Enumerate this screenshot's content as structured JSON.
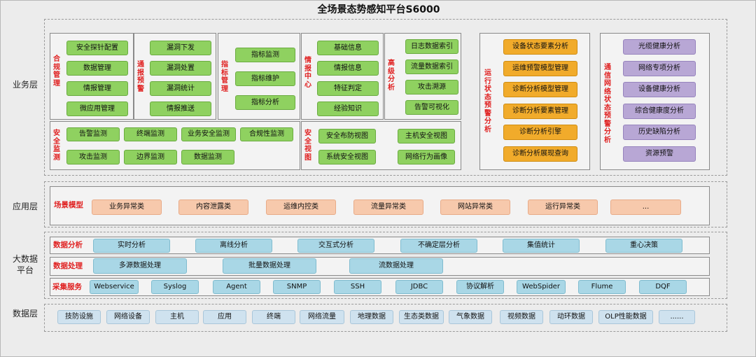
{
  "title": "全场景态势感知平台S6000",
  "layers": {
    "business": "业务层",
    "application": "应用层",
    "bigdata": "大数据\n平台",
    "data": "数据层"
  },
  "business": {
    "compliance": {
      "title": "合规管理",
      "items": [
        "安全探针配置",
        "数据管理",
        "情报管理",
        "微应用管理"
      ]
    },
    "notify": {
      "title": "通报预警",
      "items": [
        "漏洞下发",
        "漏洞处置",
        "漏洞统计",
        "情报推送"
      ]
    },
    "indicator": {
      "title": "指标管理",
      "items": [
        "指标监测",
        "指标维护",
        "指标分析"
      ]
    },
    "intel": {
      "title": "情报中心",
      "items": [
        "基础信息",
        "情报信息",
        "特征判定",
        "经验知识"
      ]
    },
    "advanced": {
      "title": "高级分析",
      "items": [
        "日志数据索引",
        "流量数据索引",
        "攻击溯源",
        "告警可视化"
      ]
    },
    "monitor": {
      "title": "安全监测",
      "items": [
        "告警监测",
        "终端监测",
        "业务安全监测",
        "合规性监测",
        "攻击监测",
        "边界监测",
        "数据监测"
      ]
    },
    "view": {
      "title": "安全视图",
      "items": [
        "安全布防视图",
        "主机安全视图",
        "系统安全视图",
        "网络行为画像"
      ]
    },
    "ops": {
      "title": "运行状态预警分析",
      "items": [
        "设备状态要素分析",
        "运维预警模型管理",
        "诊断分析模型管理",
        "诊断分析要素管理",
        "诊断分析引擎",
        "诊断分析展现查询"
      ]
    },
    "comm": {
      "title": "通信网络状态预警分析",
      "items": [
        "光缆健康分析",
        "网络专项分析",
        "设备健康分析",
        "综合健康度分析",
        "历史缺陷分析",
        "资源预警"
      ]
    }
  },
  "application": {
    "label": "场景模型",
    "items": [
      "业务异常类",
      "内容泄露类",
      "运维内控类",
      "流量异常类",
      "网站异常类",
      "运行异常类",
      "..."
    ]
  },
  "bigdata": {
    "analysis": {
      "label": "数据分析",
      "items": [
        "实时分析",
        "离线分析",
        "交互式分析",
        "不确定层分析",
        "集值统计",
        "重心决策"
      ]
    },
    "processing": {
      "label": "数据处理",
      "items": [
        "多源数据处理",
        "批量数据处理",
        "流数据处理"
      ]
    },
    "collection": {
      "label": "采集服务",
      "items": [
        "Webservice",
        "Syslog",
        "Agent",
        "SNMP",
        "SSH",
        "JDBC",
        "协议解析",
        "WebSpider",
        "Flume",
        "DQF"
      ]
    }
  },
  "datalayer": {
    "items": [
      "技防设施",
      "网络设备",
      "主机",
      "应用",
      "终端",
      "网络流量",
      "地理数据",
      "生态类数据",
      "气象数据",
      "视频数据",
      "动环数据",
      "OLP性能数据",
      "......"
    ]
  }
}
